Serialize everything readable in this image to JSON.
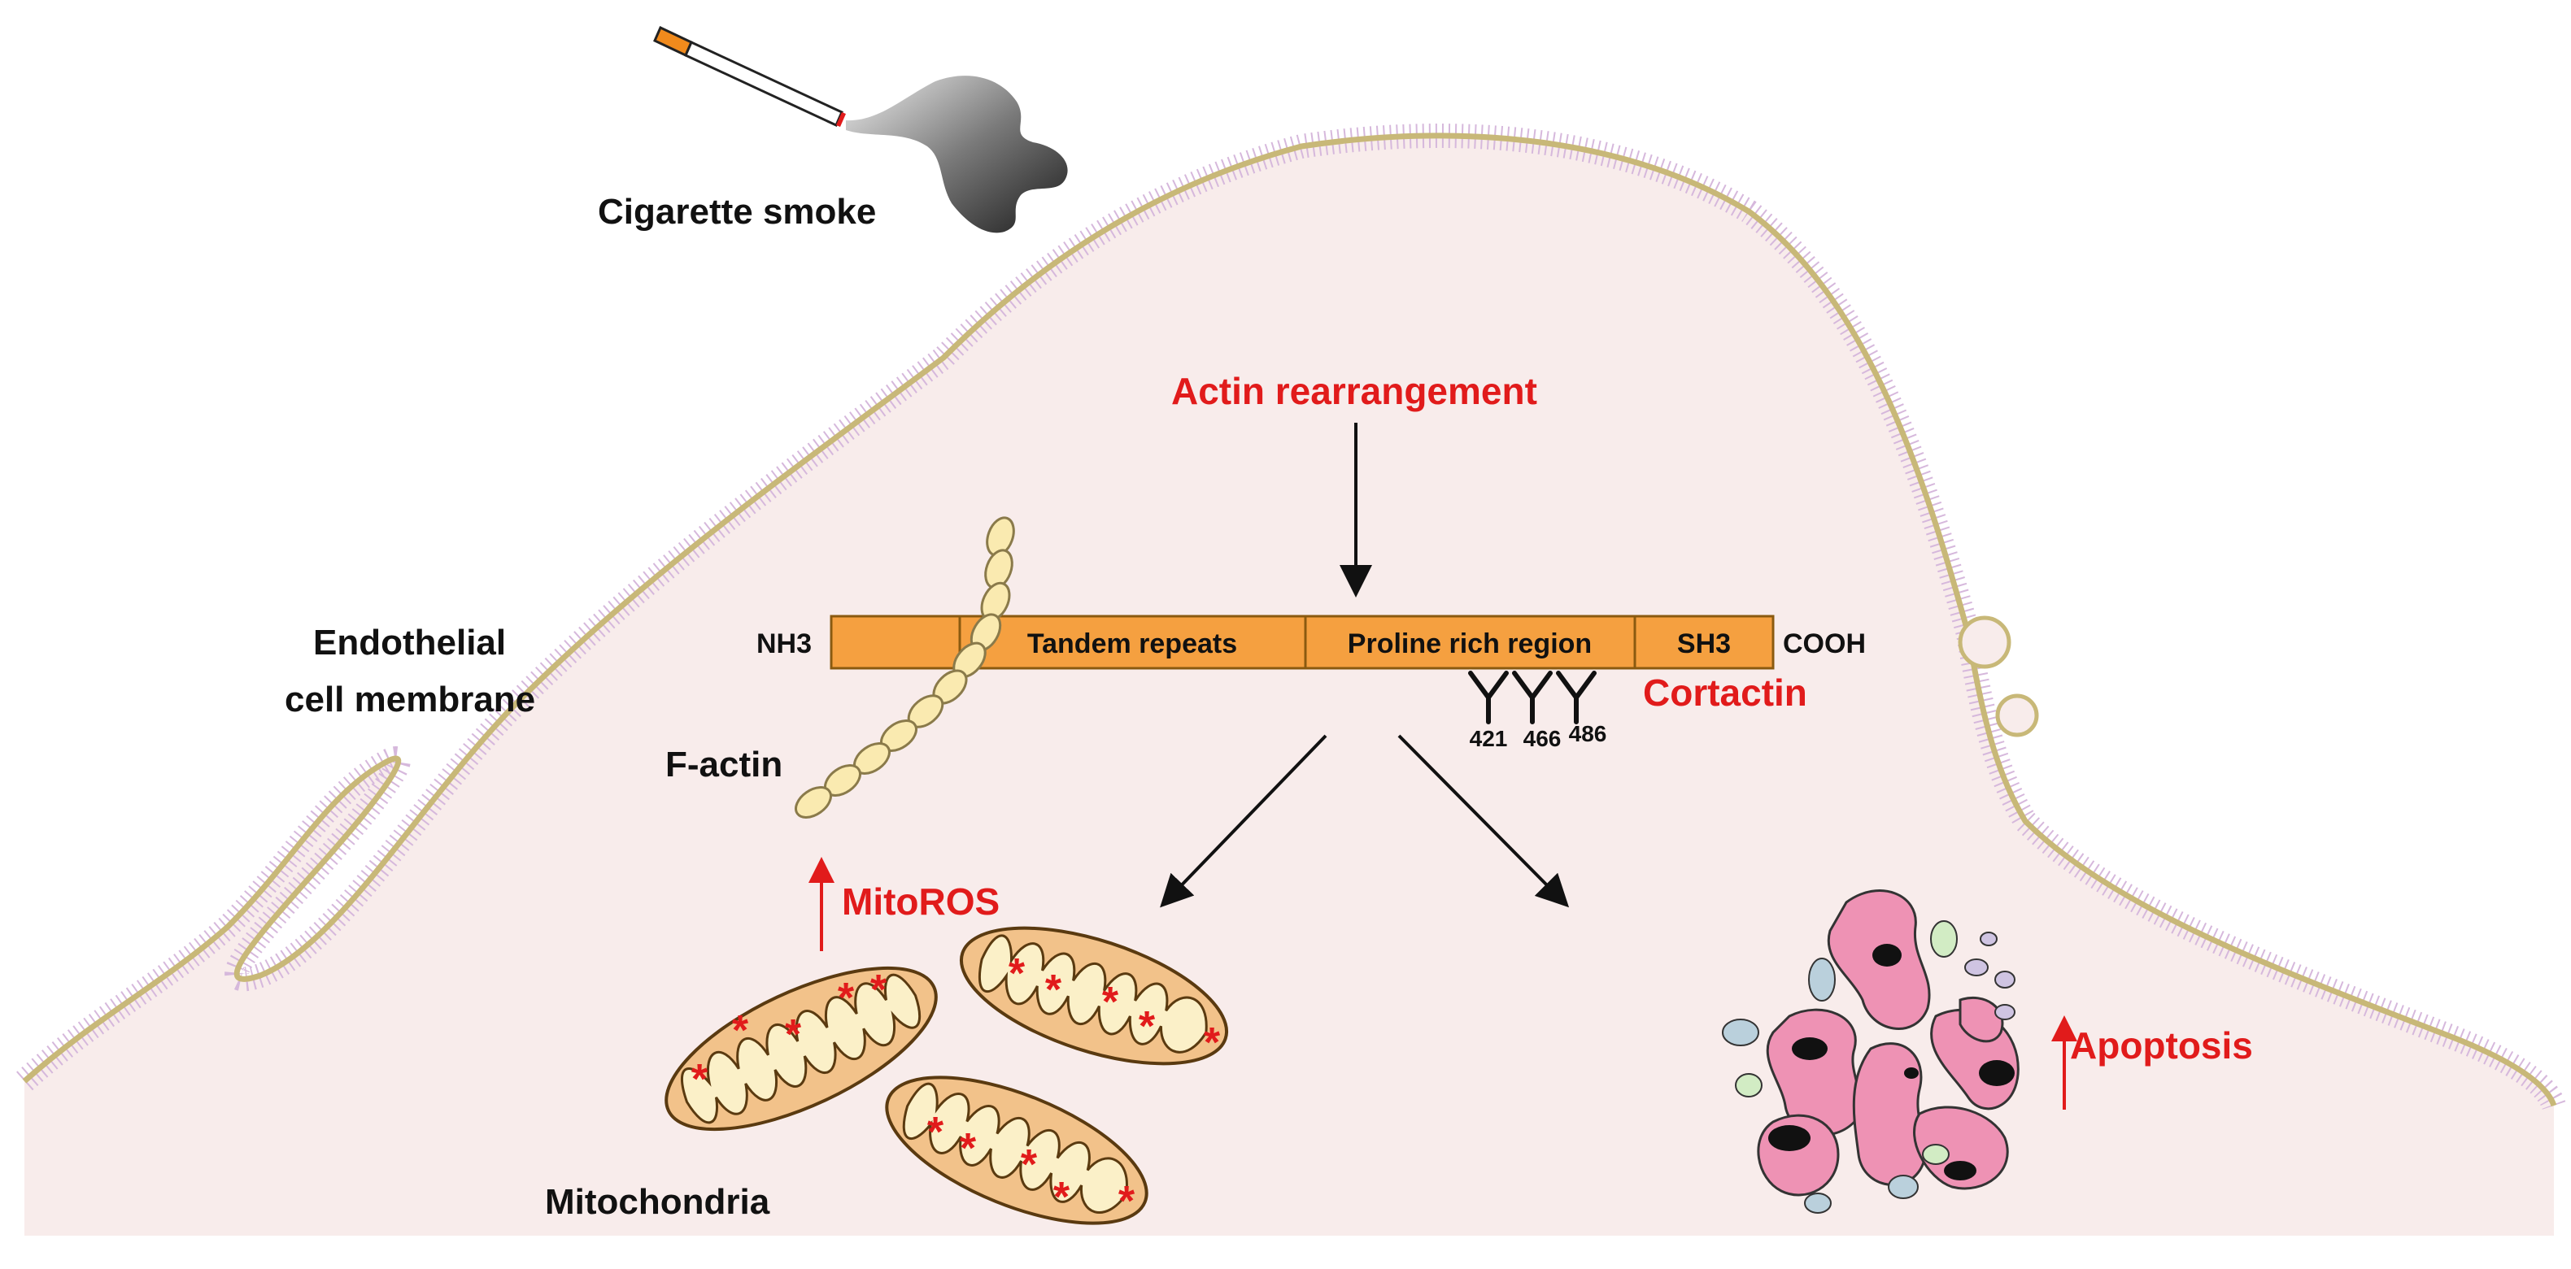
{
  "labels": {
    "cigarette_smoke": "Cigarette smoke",
    "endothelial_line1": "Endothelial",
    "endothelial_line2": "cell membrane",
    "actin_rearrangement": "Actin rearrangement",
    "nh3": "NH3",
    "cooh": "COOH",
    "cortactin": "Cortactin",
    "f_actin": "F-actin",
    "mitoros": "MitoROS",
    "mitochondria": "Mitochondria",
    "apoptosis": "Apoptosis"
  },
  "cortactin_domains": [
    "",
    "Tandem repeats",
    "Proline rich region",
    "SH3"
  ],
  "tyrosine_sites": [
    "421",
    "466",
    "486"
  ],
  "colors": {
    "cell_fill": "#f8eceb",
    "membrane": "#c8b878",
    "domain_fill": "#f5a040",
    "domain_border": "#8a5a10",
    "accent_red": "#e11b1b",
    "mito_outer": "#f2c28a",
    "mito_inner": "#fbf0c8",
    "apoptotic_body": "#ee92b4"
  }
}
